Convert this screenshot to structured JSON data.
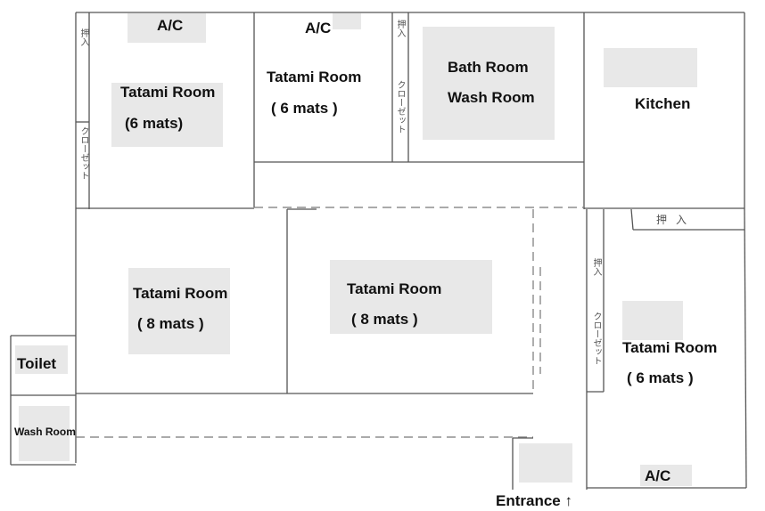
{
  "rooms": {
    "tatami_topleft": {
      "name": "Tatami Room",
      "size": "(6 mats)"
    },
    "tatami_topmid": {
      "name": "Tatami Room",
      "size": "( 6 mats )"
    },
    "bath": {
      "name": "Bath Room",
      "wash": "Wash Room"
    },
    "kitchen": {
      "name": "Kitchen"
    },
    "tatami_left8": {
      "name": "Tatami Room",
      "size": "( 8 mats )"
    },
    "tatami_mid8": {
      "name": "Tatami Room",
      "size": "( 8 mats )"
    },
    "tatami_right6": {
      "name": "Tatami Room",
      "size": "( 6 mats )"
    },
    "toilet": {
      "name": "Toilet"
    },
    "wash_small": {
      "name": "Wash Room"
    }
  },
  "ac_labels": [
    "A/C",
    "A/C",
    "A/C"
  ],
  "entrance": {
    "label": "Entrance",
    "arrow": "↑"
  },
  "closets": {
    "oshiire": "押入",
    "closet": "クローゼット",
    "closet_alt": "クローゼット"
  },
  "colors": {
    "wall": "#555555",
    "pad": "#e8e8e8",
    "text": "#111111"
  }
}
